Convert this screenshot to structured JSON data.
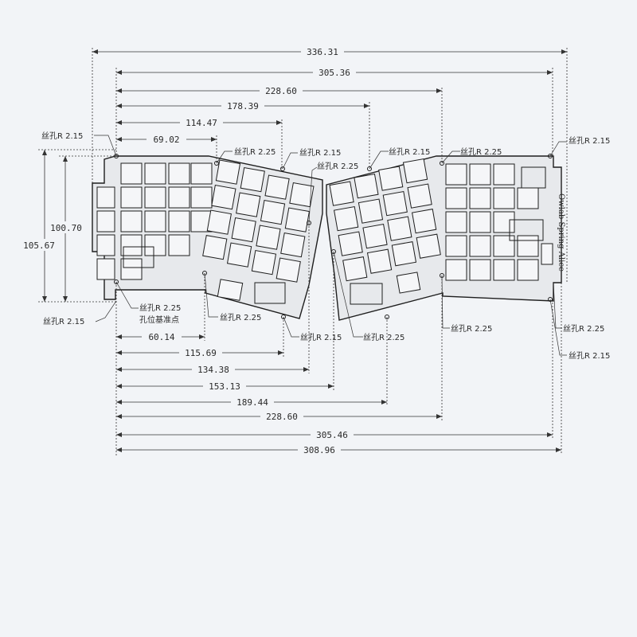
{
  "colors": {
    "background": "#f2f4f7",
    "plate_fill": "#e7e9ec",
    "outline": "#1e1e1e",
    "dim_line": "#333333"
  },
  "brand_label": "Owlab Spring Alice",
  "dimensions": {
    "top": [
      "336.31",
      "305.36",
      "228.60",
      "178.39",
      "114.47",
      "69.02"
    ],
    "bottom": [
      "60.14",
      "115.69",
      "134.38",
      "153.13",
      "189.44",
      "228.60",
      "305.46",
      "308.96"
    ],
    "left": [
      "105.67",
      "100.70"
    ]
  },
  "callouts": {
    "hole_r215": "丝孔R 2.15",
    "hole_r225": "丝孔R 2.25",
    "reference_point": "孔位基准点"
  }
}
